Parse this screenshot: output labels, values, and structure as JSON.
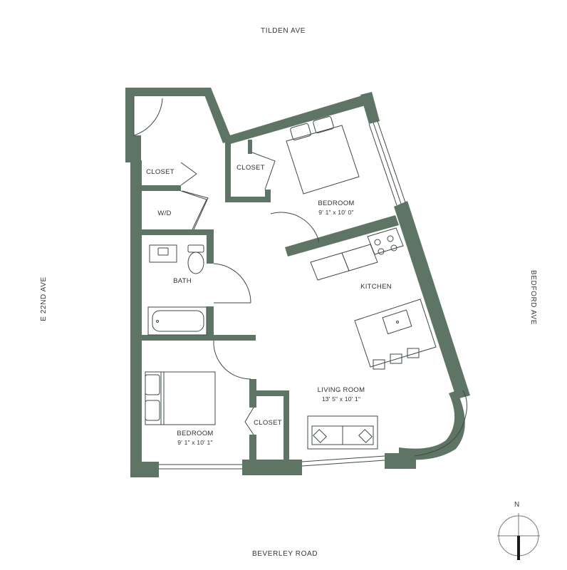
{
  "colors": {
    "wall": "#5e7464",
    "line": "#3e4a44",
    "light_line": "#7a8a80",
    "background": "#ffffff"
  },
  "streets": {
    "north": "TILDEN AVE",
    "south": "BEVERLEY ROAD",
    "west": "E 22ND AVE",
    "east": "BEDFORD AVE"
  },
  "rooms": {
    "closet_entry": {
      "name": "CLOSET"
    },
    "closet_bedroom1": {
      "name": "CLOSET"
    },
    "closet_bedroom2": {
      "name": "CLOSET"
    },
    "wd": {
      "name": "W/D"
    },
    "bath": {
      "name": "BATH"
    },
    "kitchen": {
      "name": "KITCHEN"
    },
    "bedroom1": {
      "name": "BEDROOM",
      "dims": "9' 1\" x 10' 0\""
    },
    "bedroom2": {
      "name": "BEDROOM",
      "dims": "9' 1\" x 10' 1\""
    },
    "living": {
      "name": "LIVING ROOM",
      "dims": "13' 5\" x 10' 1\""
    }
  },
  "compass": {
    "label": "N"
  }
}
